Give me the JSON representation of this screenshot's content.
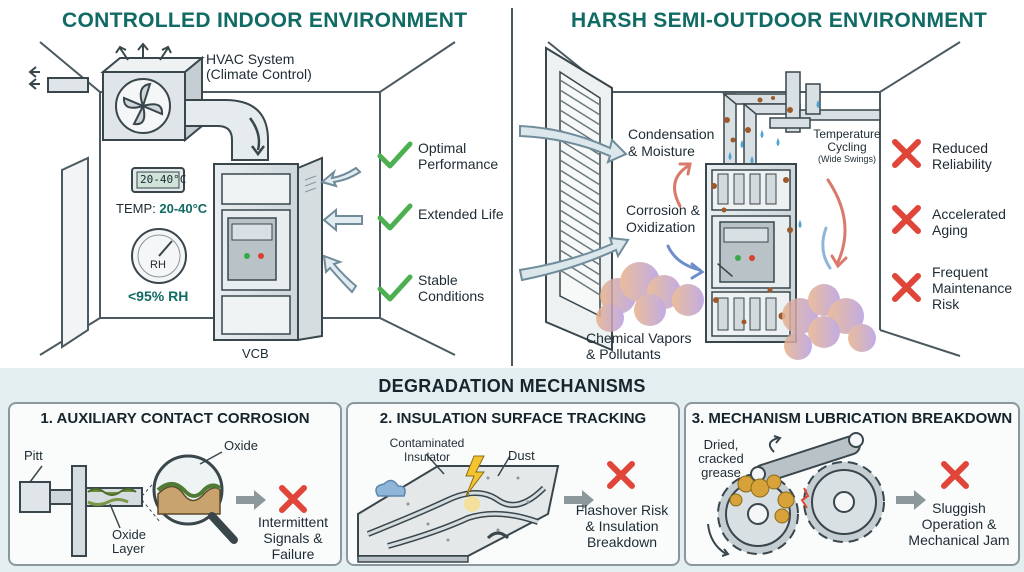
{
  "indoor": {
    "title": "CONTROLLED INDOOR ENVIRONMENT",
    "hvac_label_1": "HVAC System",
    "hvac_label_2": "(Climate Control)",
    "display_text": "20-40°C",
    "temp_label": "TEMP:",
    "temp_value": "20-40°C",
    "gauge_text": "RH",
    "rh_value": "<95% RH",
    "vcb_label": "VCB",
    "benefits": [
      "Optimal Performance",
      "Extended Life",
      "Stable Conditions"
    ]
  },
  "outdoor": {
    "title": "HARSH SEMI-OUTDOOR ENVIRONMENT",
    "condensation": "Condensation & Moisture",
    "corrosion": "Corrosion & Oxidization",
    "chemical": "Chemical Vapors & Pollutants",
    "temperature": "Temperature Cycling",
    "swings": "(Wide Swings)",
    "risks": [
      "Reduced Reliability",
      "Accelerated Aging",
      "Frequent Maintenance Risk"
    ]
  },
  "mechanisms": {
    "title": "DEGRADATION MECHANISMS",
    "panels": [
      {
        "title": "1. AUXILIARY CONTACT CORROSION",
        "labels": [
          "Pitt",
          "Oxide",
          "Oxide Layer"
        ],
        "outcome": "Intermittent Signals & Failure"
      },
      {
        "title": "2. INSULATION SURFACE TRACKING",
        "labels": [
          "Contaminated Insulator",
          "Dust"
        ],
        "outcome": "Flashover Risk & Insulation Breakdown"
      },
      {
        "title": "3. MECHANISM LUBRICATION BREAKDOWN",
        "labels": [
          "Dried, cracked grease"
        ],
        "outcome": "Sluggish Operation & Mechanical Jam"
      }
    ]
  },
  "colors": {
    "accent": "#0f6b63",
    "check": "#4caf50",
    "cross": "#e0453a",
    "band": "#e3eef0"
  }
}
